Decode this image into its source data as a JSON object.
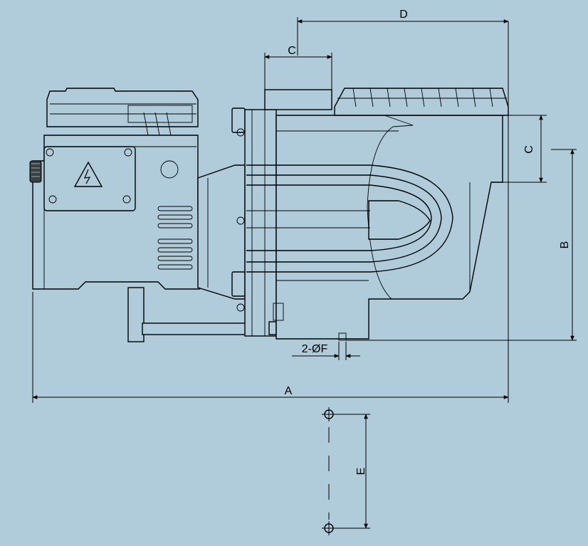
{
  "dimensions": {
    "A": "A",
    "B": "B",
    "C_top": "C",
    "C_side": "C",
    "D": "D",
    "E": "E",
    "F": "2-ØF"
  },
  "icons": {
    "warning": "high-voltage-warning-icon",
    "hole": "mounting-hole-icon"
  },
  "colors": {
    "background": "#b0cbd9",
    "line": "#000000"
  }
}
